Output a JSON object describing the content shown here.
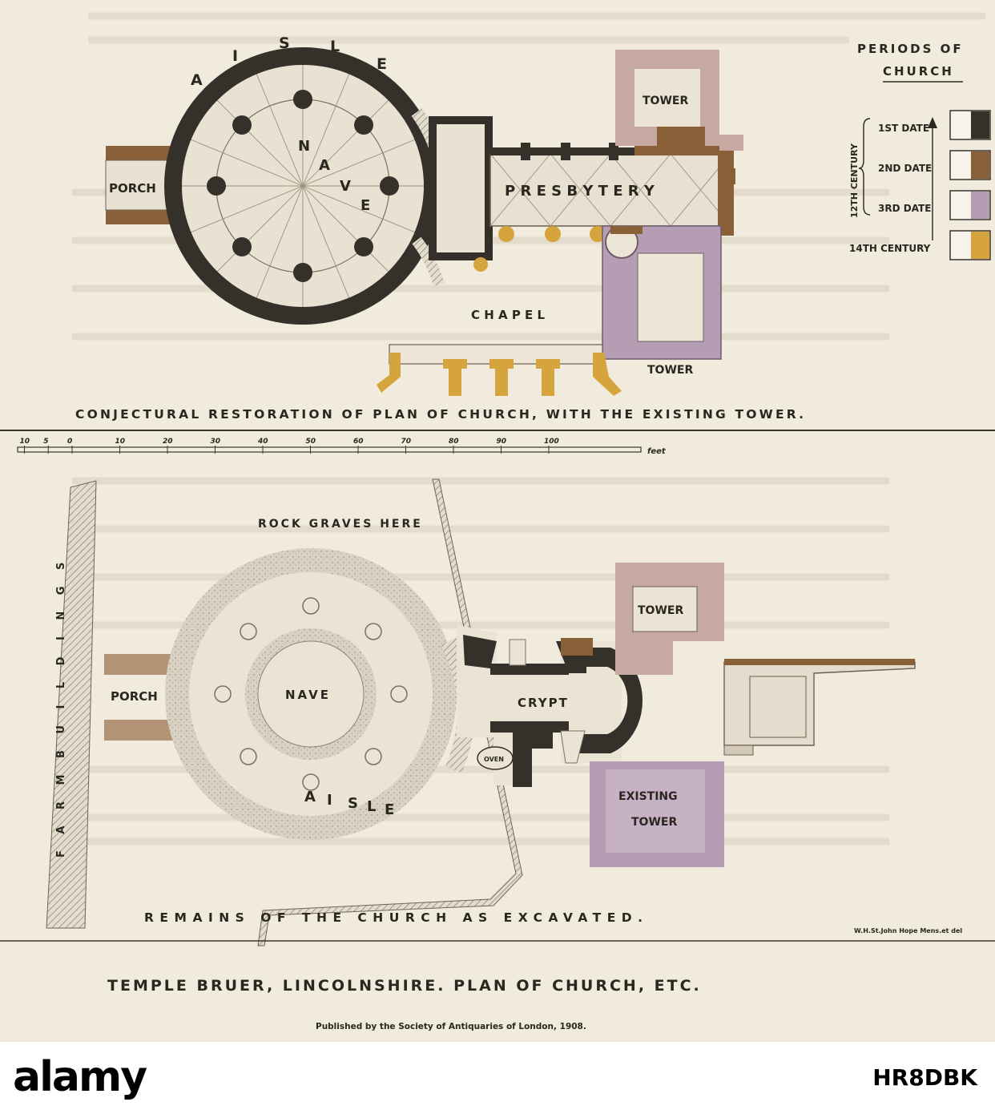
{
  "plan_top": {
    "labels": {
      "porch": "PORCH",
      "aisle": [
        "A",
        "I",
        "S",
        "L",
        "E"
      ],
      "nave": [
        "N",
        "A",
        "V",
        "E"
      ],
      "presbytery": "P R E S B Y T E R Y",
      "chapel": "C H A P E L",
      "tower_north": "TOWER",
      "tower_south": "TOWER"
    },
    "caption": "CONJECTURAL RESTORATION OF PLAN OF CHURCH, WITH THE EXISTING TOWER."
  },
  "legend": {
    "title_line1": "PERIODS OF",
    "title_line2": "CHURCH",
    "century_label": "12TH CENTURY",
    "items": [
      {
        "label": "1ST DATE",
        "color": "#34302a"
      },
      {
        "label": "2ND DATE",
        "color": "#8a6038"
      },
      {
        "label": "3RD DATE",
        "color": "#b59db3"
      },
      {
        "label": "14TH CENTURY",
        "color": "#d6a43c"
      }
    ]
  },
  "scale": {
    "ticks": [
      "10",
      "5",
      "0",
      "10",
      "20",
      "30",
      "40",
      "50",
      "60",
      "70",
      "80",
      "90",
      "100"
    ],
    "unit": "feet"
  },
  "plan_bottom": {
    "labels": {
      "farm_buildings": "F A R M   B U I L D I N G S",
      "rock_graves": "ROCK GRAVES HERE",
      "porch": "PORCH",
      "nave": "NAVE",
      "aisle": [
        "A",
        "I",
        "S",
        "L",
        "E"
      ],
      "crypt": "CRYPT",
      "oven": "OVEN",
      "tower": "TOWER",
      "existing_tower_1": "EXISTING",
      "existing_tower_2": "TOWER"
    },
    "caption": "REMAINS OF THE CHURCH AS EXCAVATED.",
    "signature": "W.H.St.John Hope Mens.et del"
  },
  "title": "TEMPLE BRUER, LINCOLNSHIRE. PLAN OF CHURCH, ETC.",
  "publisher": "Published by the Society of Antiquaries of London, 1908.",
  "colors": {
    "paper": "#f1ebdd",
    "first_date": "#34302a",
    "second_date": "#8a6038",
    "third_date": "#b59db3",
    "fourteenth": "#d6a43c",
    "stone": "#d8d0c0"
  },
  "footer": {
    "logo": "alamy",
    "image_id": "HR8DBK"
  }
}
